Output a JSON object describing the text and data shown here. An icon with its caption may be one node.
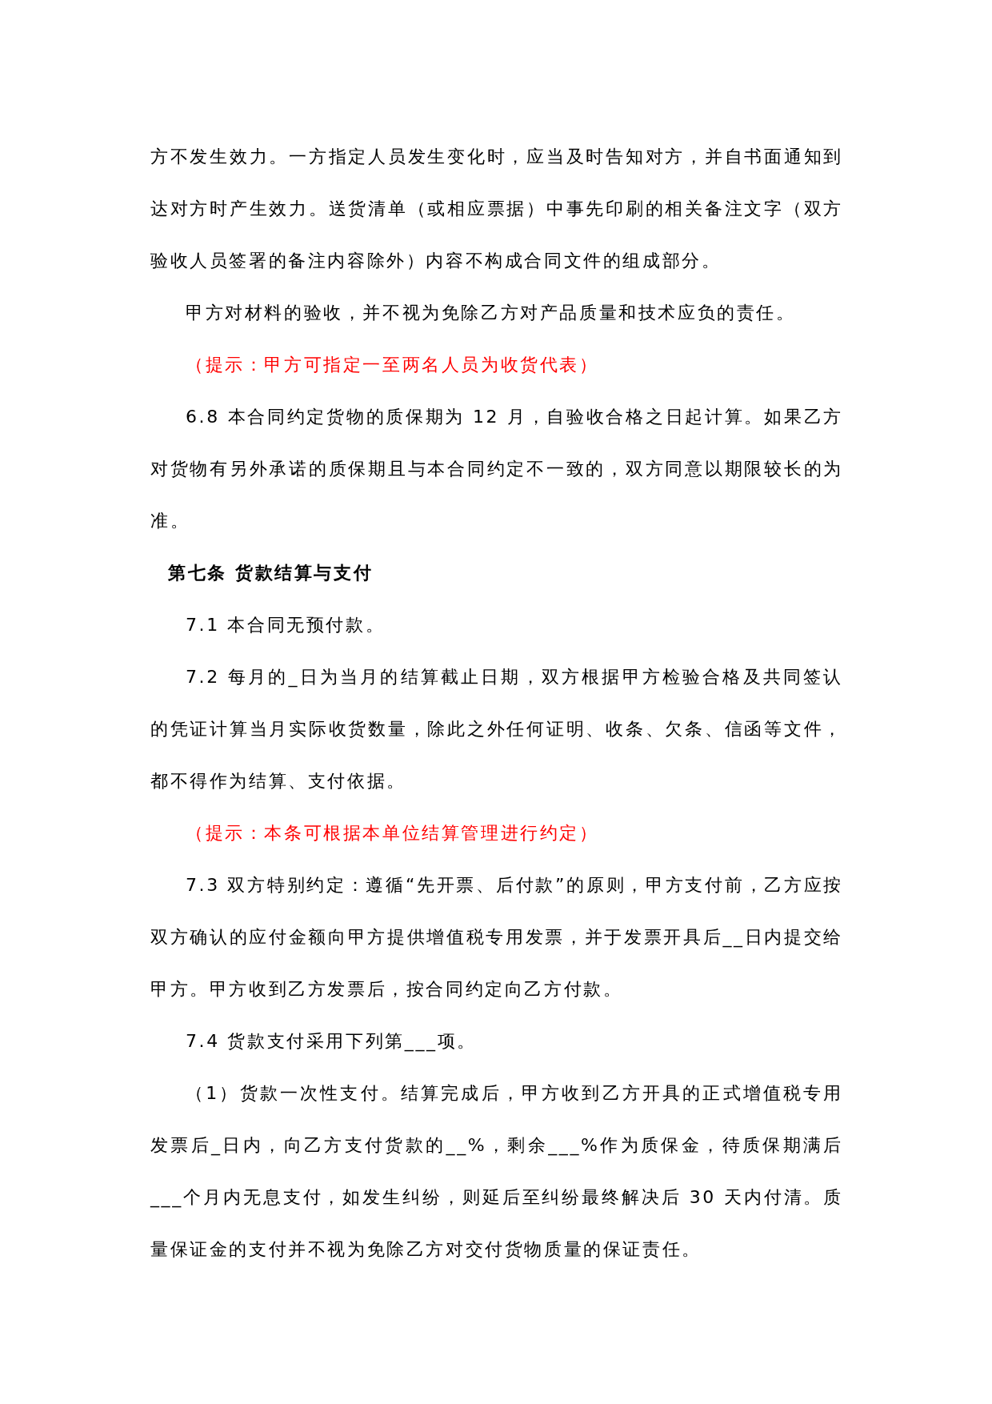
{
  "diagram": {
    "labels": [
      "方不发生效力。一方指定人员发生变化时，应当及时告知对方，并自书面通知到达对方时产生效力。送货清单（或相应票据）中事先印刷的相关备注文字（双方验收人员签署的备注内容除外）内容不构成合同文件的组成部分。",
      "甲方对材料的验收，并不视为免除乙方对产品质量和技术应负的责任。",
      "（提示：甲方可指定一至两名人员为收货代表）",
      "6.8 本合同约定货物的质保期为 12 月，自验收合格之日起计算。如果乙方对货物有另外承诺的质保期且与本合同约定不一致的，双方同意以期限较长的为准。",
      "第七条 货款结算与支付",
      "7.1 本合同无预付款。",
      "7.2 每月的_日为当月的结算截止日期，双方根据甲方检验合格及共同签认的凭证计算当月实际收货数量，除此之外任何证明、收条、欠条、信函等文件，都不得作为结算、支付依据。",
      "（提示：本条可根据本单位结算管理进行约定）",
      "7.3 双方特别约定：遵循“先开票、后付款”的原则，甲方支付前，乙方应按双方确认的应付金额向甲方提供增值税专用发票，并于发票开具后__日内提交给甲方。甲方收到乙方发票后，按合同约定向乙方付款。",
      "7.4 货款支付采用下列第___项。",
      "（1）货款一次性支付。结算完成后，甲方收到乙方开具的正式增值税专用发票后_日内，向乙方支付货款的__%，剩余___%作为质保金，待质保期满后___个月内无息支付，如发生纠纷，则延后至纠纷最终解决后 30 天内付清。质量保证金的支付并不视为免除乙方对交付货物质量的保证责任。"
    ]
  }
}
